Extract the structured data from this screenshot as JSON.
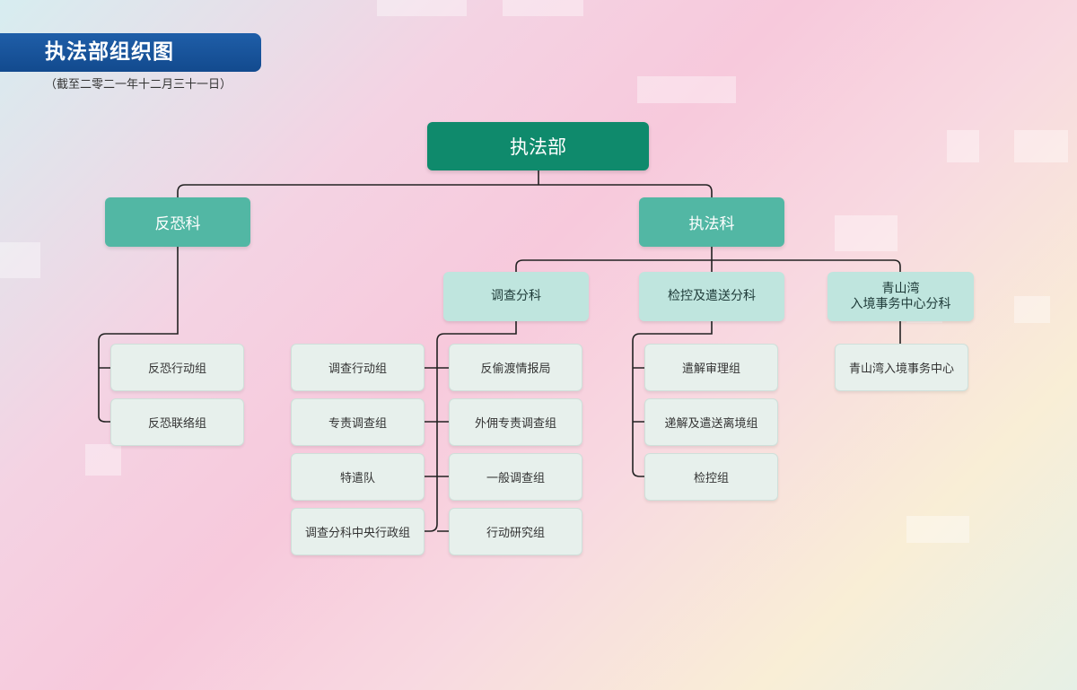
{
  "header": {
    "title": "执法部组织图",
    "subtitle": "（截至二零二一年十二月三十一日）"
  },
  "org": {
    "root": "执法部",
    "counter_terrorism": {
      "name": "反恐科",
      "groups": [
        "反恐行动组",
        "反恐联络组"
      ]
    },
    "enforcement": {
      "name": "执法科",
      "investigation": {
        "name": "调查分科",
        "groups_left": [
          "调查行动组",
          "专责调查组",
          "特遣队",
          "调查分科中央行政组"
        ],
        "groups_right": [
          "反偷渡情报局",
          "外佣专责调查组",
          "一般调查组",
          "行动研究组"
        ]
      },
      "inspection": {
        "name": "检控及遣送分科",
        "groups": [
          "遣解审理组",
          "递解及遣送离境组",
          "检控组"
        ]
      },
      "castle_peak_bay": {
        "name_line1": "青山湾",
        "name_line2": "入境事务中心分科",
        "groups": [
          "青山湾入境事务中心"
        ]
      }
    }
  },
  "colors": {
    "title_bar": "#124a8e",
    "root_box": "#0f8a6c",
    "level1_box": "#52b7a4",
    "level2_box": "#bfe5de",
    "level3_box": "#e7f0ec",
    "connector": "#222222"
  }
}
